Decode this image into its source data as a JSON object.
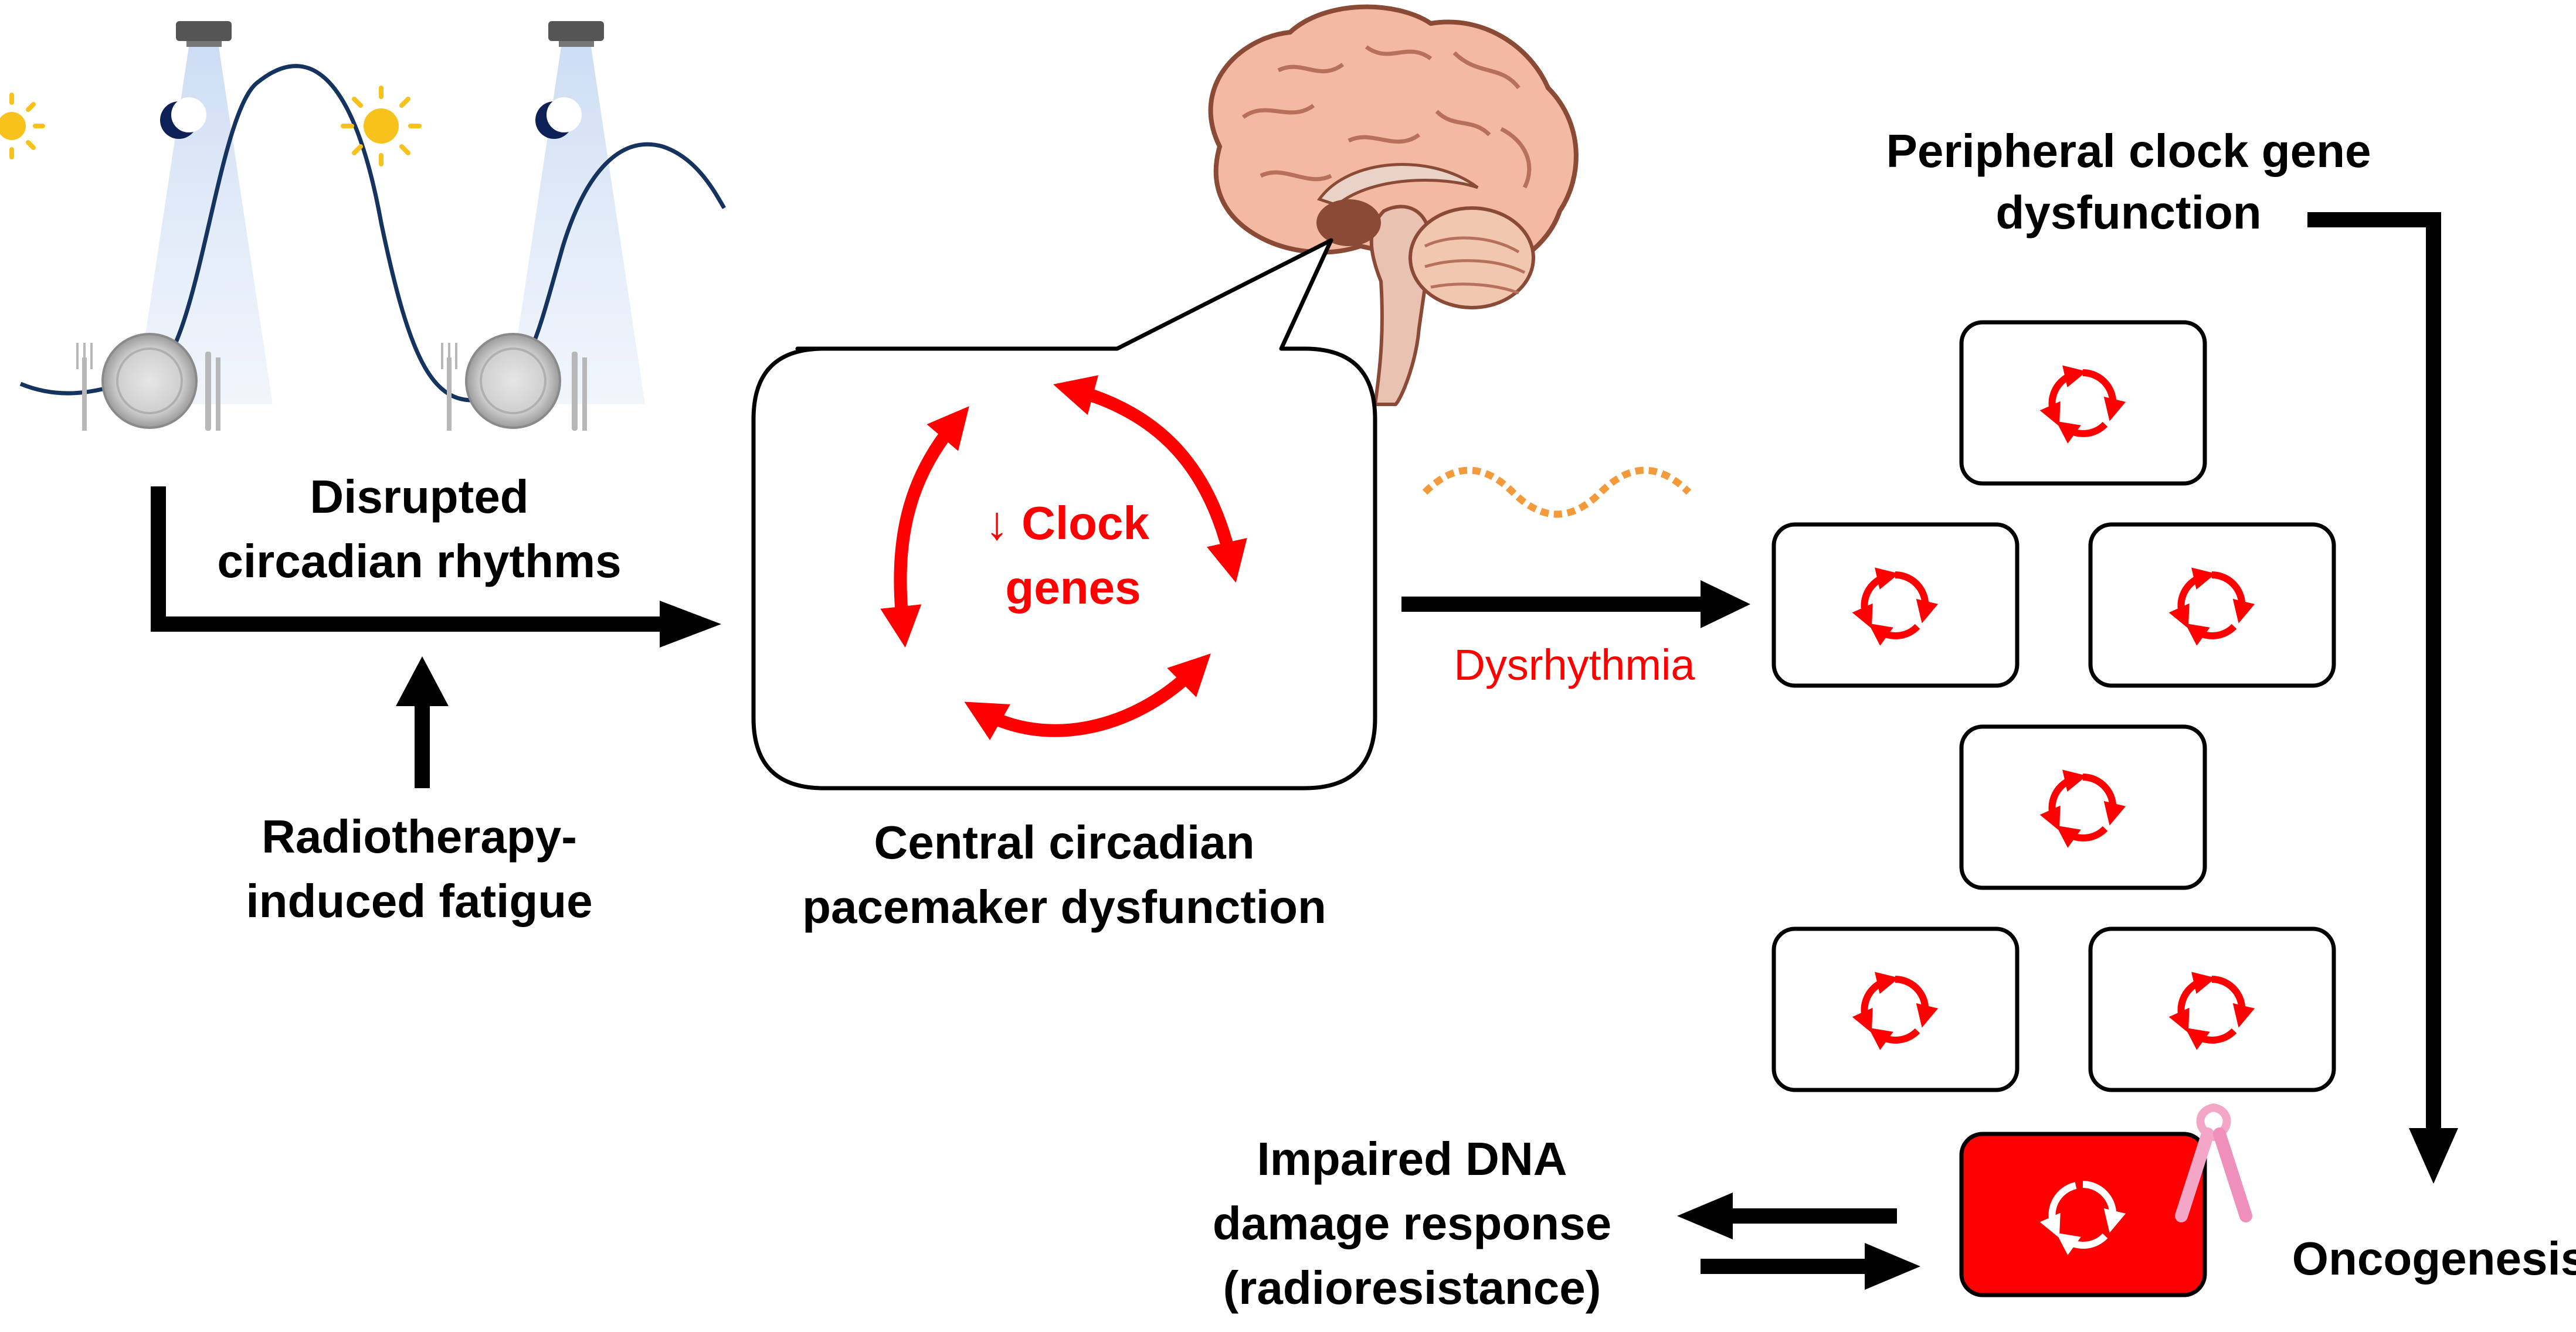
{
  "labels": {
    "disrupted_1": "Disrupted",
    "disrupted_2": "circadian rhythms",
    "fatigue_1": "Radiotherapy-",
    "fatigue_2": "induced fatigue",
    "central_1": "Central circadian",
    "central_2": "pacemaker dysfunction",
    "clock_1": "↓ Clock",
    "clock_2": "genes",
    "dysrhythmia": "Dysrhythmia",
    "peripheral_1": "Peripheral clock gene",
    "peripheral_2": "dysfunction",
    "dna_1": "Impaired DNA",
    "dna_2": "damage response",
    "dna_3": "(radioresistance)",
    "oncogenesis": "Oncogenesis"
  },
  "colors": {
    "accent_red": "#ff0000",
    "arrow_black": "#000000",
    "wave_orange": "#f39a3b",
    "ribbon_pink": "#f4a6c8",
    "light_beam": "#c9daf2",
    "rhythm_line": "#15335f"
  },
  "icons": [
    "lamp-icon",
    "moon-icon",
    "sun-icon",
    "plate-icon",
    "fork-icon",
    "knife-icon",
    "brain-icon",
    "cycle-arrows-icon",
    "cancer-ribbon-icon"
  ]
}
